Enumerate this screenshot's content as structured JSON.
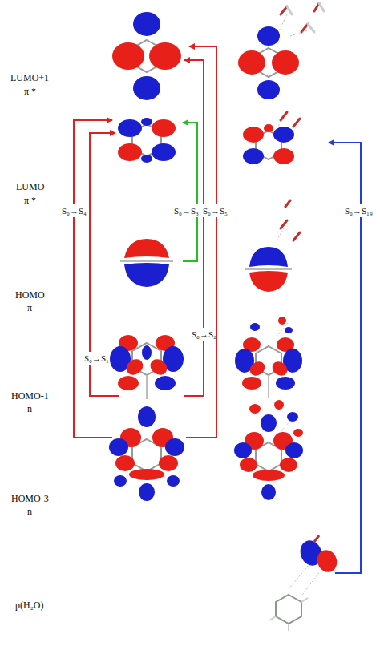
{
  "diagram": {
    "labels": [
      "LUMO+1",
      "π *",
      "LUMO",
      "π *",
      "S₀→S₄",
      "S₀→S₃",
      "S₀→S₅",
      "S₀→S₁₉",
      "HOMO",
      "π",
      "S₀→S₂",
      "S₀→S₁",
      "HOMO-1",
      "n",
      "HOMO-3",
      "n",
      "p(H₂O)"
    ]
  }
}
